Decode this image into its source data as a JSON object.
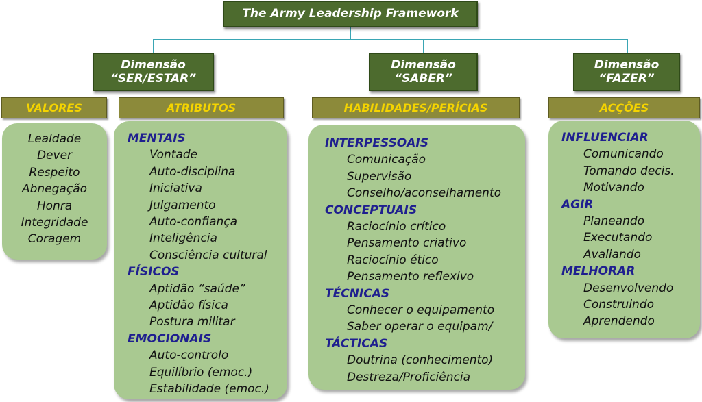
{
  "title": "The Army Leadership Framework",
  "dimensions": [
    {
      "line1": "Dimensão",
      "line2": "“SER/ESTAR”"
    },
    {
      "line1": "Dimensão",
      "line2": "“SABER”"
    },
    {
      "line1": "Dimensão",
      "line2": "“FAZER”"
    }
  ],
  "headers": {
    "valores": "VALORES",
    "atributos": "ATRIBUTOS",
    "habilidades": "HABILIDADES/PERÍCIAS",
    "accoes": "ACÇÕES"
  },
  "valores": [
    "Lealdade",
    "Dever",
    "Respeito",
    "Abnegação",
    "Honra",
    "Integridade",
    "Coragem"
  ],
  "atributos": [
    {
      "name": "MENTAIS",
      "items": [
        "Vontade",
        "Auto-disciplina",
        "Iniciativa",
        "Julgamento",
        "Auto-confiança",
        "Inteligência",
        "Consciência cultural"
      ]
    },
    {
      "name": "FÍSICOS",
      "items": [
        "Aptidão “saúde”",
        "Aptidão física",
        "Postura militar"
      ]
    },
    {
      "name": "EMOCIONAIS",
      "items": [
        "Auto-controlo",
        "Equilíbrio (emoc.)",
        "Estabilidade (emoc.)"
      ]
    }
  ],
  "habilidades": [
    {
      "name": "INTERPESSOAIS",
      "items": [
        "Comunicação",
        "Supervisão",
        "Conselho/aconselhamento"
      ]
    },
    {
      "name": "CONCEPTUAIS",
      "items": [
        "Raciocínio crítico",
        "Pensamento criativo",
        "Raciocínio ético",
        "Pensamento reflexivo"
      ]
    },
    {
      "name": "TÉCNICAS",
      "items": [
        "Conhecer o equipamento",
        "Saber operar o equipam/"
      ]
    },
    {
      "name": "TÁCTICAS",
      "items": [
        "Doutrina (conhecimento)",
        "Destreza/Proficiência"
      ]
    }
  ],
  "accoes": [
    {
      "name": "INFLUENCIAR",
      "items": [
        "Comunicando",
        "Tomando decis.",
        "Motivando"
      ]
    },
    {
      "name": "AGIR",
      "items": [
        "Planeando",
        "Executando",
        "Avaliando"
      ]
    },
    {
      "name": "MELHORAR",
      "items": [
        "Desenvolvendo",
        "Construindo",
        "Aprendendo"
      ]
    }
  ]
}
